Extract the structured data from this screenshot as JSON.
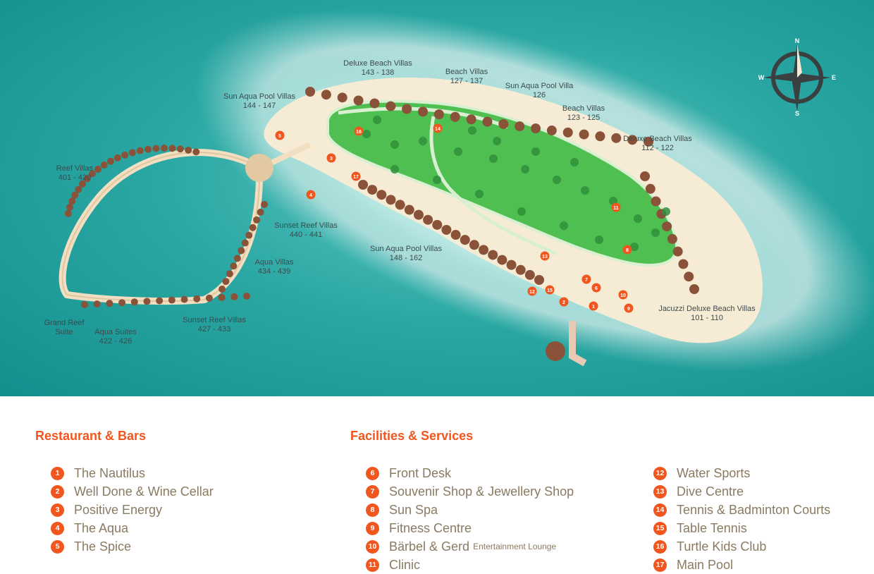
{
  "map": {
    "compass": {
      "n": "N",
      "e": "E",
      "s": "S",
      "w": "W"
    },
    "area_labels": [
      {
        "key": "deluxe_beach_villas_143",
        "name": "Deluxe Beach Villas",
        "range": "143 - 138"
      },
      {
        "key": "beach_villas_127",
        "name": "Beach Villas",
        "range": "127 - 137"
      },
      {
        "key": "sun_aqua_pool_villa_126",
        "name": "Sun Aqua Pool Villa",
        "range": "126"
      },
      {
        "key": "beach_villas_123",
        "name": "Beach Villas",
        "range": "123 - 125"
      },
      {
        "key": "deluxe_beach_villas_112",
        "name": "Deluxe Beach Villas",
        "range": "112 - 122"
      },
      {
        "key": "sun_aqua_pool_villas_144",
        "name": "Sun Aqua Pool Villas",
        "range": "144 - 147"
      },
      {
        "key": "reef_villas",
        "name": "Reef Villas",
        "range": "401 - 420"
      },
      {
        "key": "sunset_reef_villas_440",
        "name": "Sunset Reef Villas",
        "range": "440 - 441"
      },
      {
        "key": "aqua_villas",
        "name": "Aqua Villas",
        "range": "434 - 439"
      },
      {
        "key": "sun_aqua_pool_villas_148",
        "name": "Sun Aqua Pool Villas",
        "range": "148 - 162"
      },
      {
        "key": "grand_reef_suite",
        "name": "Grand Reef",
        "range": "Suite"
      },
      {
        "key": "aqua_suites",
        "name": "Aqua Suites",
        "range": "422 - 426"
      },
      {
        "key": "sunset_reef_villas_427",
        "name": "Sunset Reef Villas",
        "range": "427 - 433"
      },
      {
        "key": "jacuzzi_deluxe_beach_villas",
        "name": "Jacuzzi Deluxe Beach Villas",
        "range": "101 - 110"
      }
    ],
    "pins": [
      "1",
      "2",
      "3",
      "4",
      "5",
      "6",
      "7",
      "8",
      "9",
      "10",
      "11",
      "12",
      "13",
      "14",
      "15",
      "16",
      "17"
    ]
  },
  "legend": {
    "restaurants": {
      "heading": "Restaurant & Bars",
      "items": [
        {
          "num": "1",
          "name": "The Nautilus"
        },
        {
          "num": "2",
          "name": "Well Done & Wine Cellar"
        },
        {
          "num": "3",
          "name": "Positive Energy"
        },
        {
          "num": "4",
          "name": "The Aqua"
        },
        {
          "num": "5",
          "name": "The Spice"
        }
      ]
    },
    "facilities": {
      "heading": "Facilities & Services",
      "items": [
        {
          "num": "6",
          "name": "Front Desk"
        },
        {
          "num": "7",
          "name": "Souvenir Shop & Jewellery Shop"
        },
        {
          "num": "8",
          "name": "Sun Spa"
        },
        {
          "num": "9",
          "name": "Fitness Centre"
        },
        {
          "num": "10",
          "name": "Bärbel & Gerd",
          "sub": "Entertainment Lounge"
        },
        {
          "num": "11",
          "name": "Clinic"
        }
      ]
    },
    "facilities_more": {
      "items": [
        {
          "num": "12",
          "name": "Water Sports"
        },
        {
          "num": "13",
          "name": "Dive Centre"
        },
        {
          "num": "14",
          "name": "Tennis & Badminton Courts"
        },
        {
          "num": "15",
          "name": "Table Tennis"
        },
        {
          "num": "16",
          "name": "Turtle Kids Club"
        },
        {
          "num": "17",
          "name": "Main Pool"
        }
      ]
    }
  },
  "colors": {
    "ocean": "#1f9c9a",
    "sand": "#f6ecd6",
    "grass": "#4fbf52",
    "roof": "#8a5238",
    "pin": "#f0561e",
    "heading": "#f0561e",
    "item_text": "#8a7a62"
  }
}
